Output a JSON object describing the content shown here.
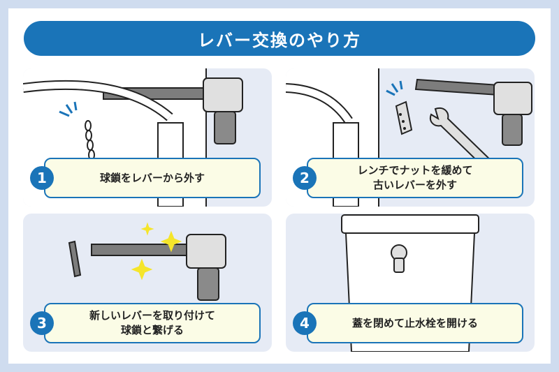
{
  "title": "レバー交換のやり方",
  "steps": [
    {
      "number": "1",
      "lines": [
        "球鎖をレバーから外す"
      ]
    },
    {
      "number": "2",
      "lines": [
        "レンチでナットを緩めて",
        "古いレバーを外す"
      ]
    },
    {
      "number": "3",
      "lines": [
        "新しいレバーを取り付けて",
        "球鎖と繋げる"
      ]
    },
    {
      "number": "4",
      "lines": [
        "蓋を閉めて止水栓を開ける"
      ]
    }
  ],
  "colors": {
    "accent": "#1a74b8",
    "panel_bg": "#e6ebf5",
    "caption_bg": "#fbfce6",
    "lever_gray": "#7d7d7d",
    "sparkle": "#f5e52b"
  }
}
